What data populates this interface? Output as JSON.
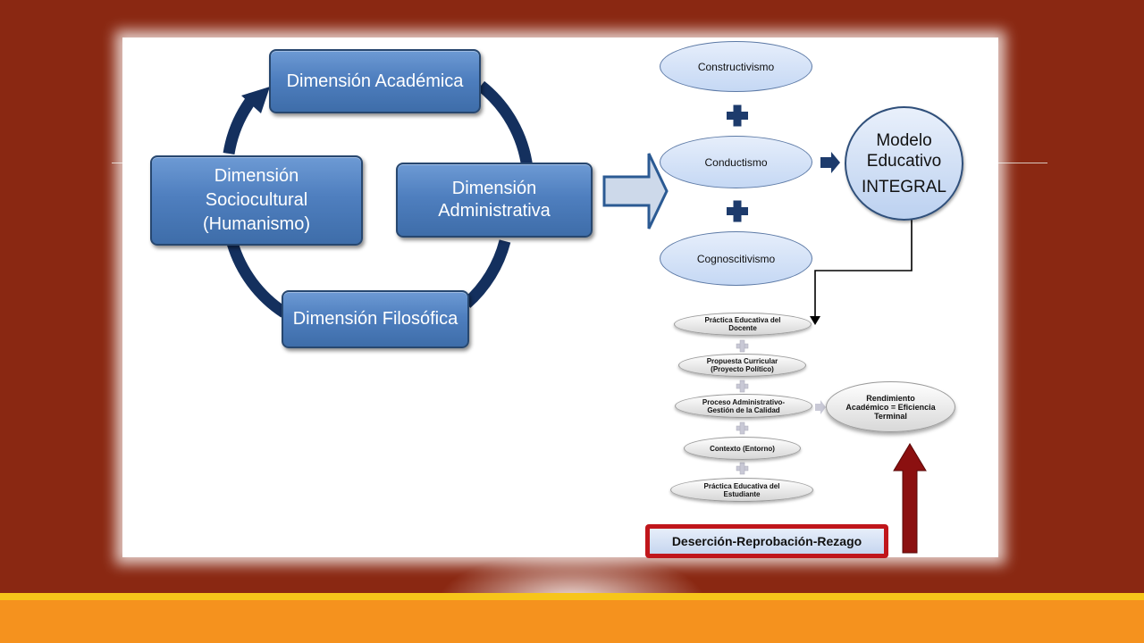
{
  "dimension_cycle": {
    "academica": "Dimensión Académica",
    "administrativa_line1": "Dimensión",
    "administrativa_line2": "Administrativa",
    "filosofica": "Dimensión Filosófica",
    "sociocultural_line1": "Dimensión",
    "sociocultural_line2": "Sociocultural",
    "sociocultural_line3": "(Humanismo)"
  },
  "theories": {
    "constructivismo": "Constructivismo",
    "conductismo": "Conductismo",
    "cognoscitivismo": "Cognoscitivismo"
  },
  "modelo": {
    "line1": "Modelo",
    "line2": "Educativo",
    "line3": "INTEGRAL"
  },
  "components": {
    "practica_docente_line1": "Práctica Educativa del",
    "practica_docente_line2": "Docente",
    "propuesta_line1": "Propuesta Curricular",
    "propuesta_line2": "(Proyecto Político)",
    "proceso_line1": "Proceso Administrativo-",
    "proceso_line2": "Gestión de la Calidad",
    "contexto": "Contexto (Entorno)",
    "practica_estudiante_line1": "Práctica Educativa del",
    "practica_estudiante_line2": "Estudiante"
  },
  "rendimiento": {
    "line1": "Rendimiento",
    "line2": "Académico = Eficiencia",
    "line3": "Terminal"
  },
  "desercion": "Deserción-Reprobación-Rezago",
  "colors": {
    "background": "#8a2812",
    "box_fill": "#4f7fbf",
    "cycle_arrow": "#14305e",
    "accent_yellow": "#f7c51a",
    "accent_orange": "#f5921e",
    "desercion_border": "#c0161b",
    "up_arrow": "#8b1010"
  }
}
